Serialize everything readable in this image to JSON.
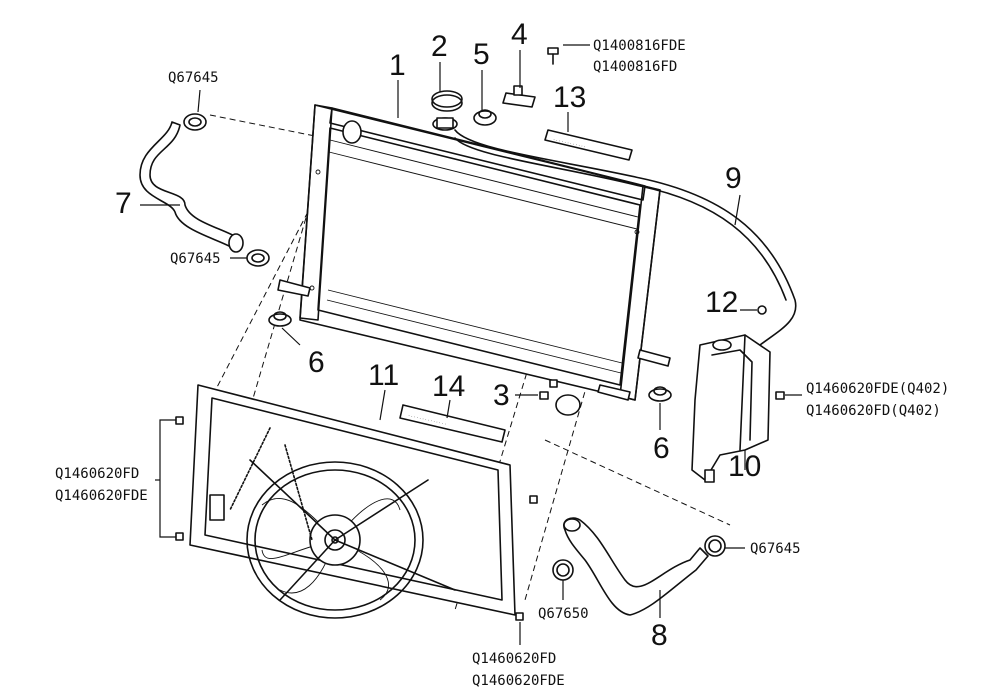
{
  "diagram": {
    "callout_numbers": {
      "n1": "1",
      "n2": "2",
      "n3": "3",
      "n4": "4",
      "n5": "5",
      "n6_left": "6",
      "n6_right": "6",
      "n7": "7",
      "n8": "8",
      "n9": "9",
      "n10": "10",
      "n11": "11",
      "n12": "12",
      "n13": "13",
      "n14": "14"
    },
    "part_codes": {
      "bolt_top_a": "Q1400816FDE",
      "bolt_top_b": "Q1400816FD",
      "clamp_upper_hose_top": "Q67645",
      "clamp_upper_hose_bottom": "Q67645",
      "bolt_reservoir_a": "Q1460620FDE(Q402)",
      "bolt_reservoir_b": "Q1460620FD(Q402)",
      "bolt_fan_left_a": "Q1460620FD",
      "bolt_fan_left_b": "Q1460620FDE",
      "clamp_lower_hose_right": "Q67645",
      "clamp_lower_hose_left": "Q67650",
      "bolt_fan_bottom_a": "Q1460620FD",
      "bolt_fan_bottom_b": "Q1460620FDE"
    }
  }
}
